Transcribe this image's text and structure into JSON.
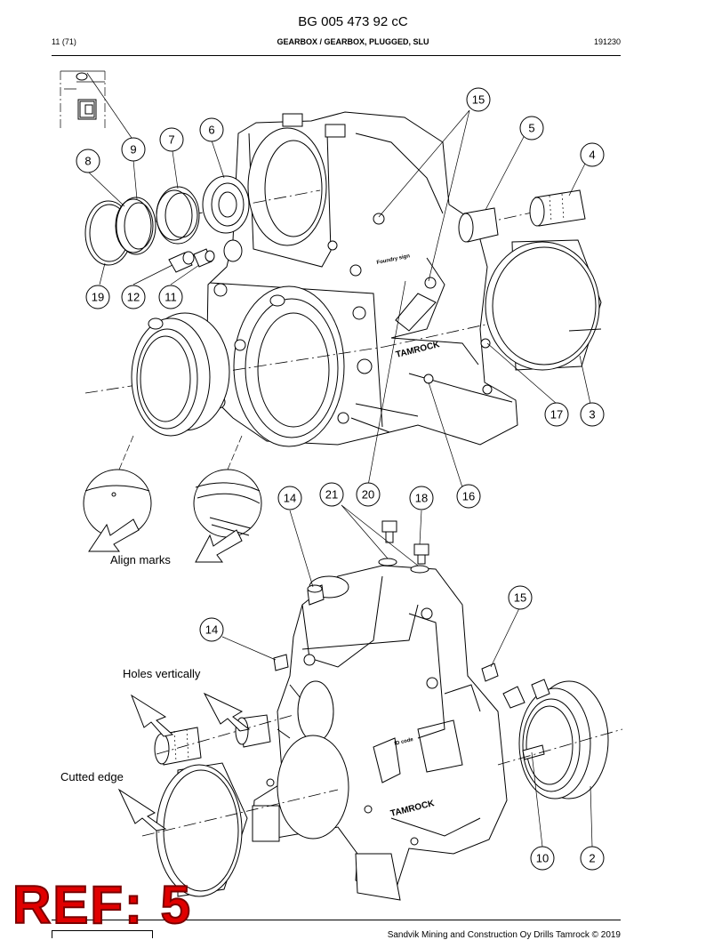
{
  "header": {
    "doc_code": "BG 005 473 92 cC",
    "page": "11 (71)",
    "title": "GEARBOX / GEARBOX, PLUGGED, SLU",
    "date": "191230"
  },
  "annotations": {
    "align_marks": "Align marks",
    "holes_vertically": "Holes vertically",
    "cutted_edge": "Cutted edge",
    "foundry_sign": "Foundry sign",
    "id_code": "ID code",
    "brand_cast": "TAMROCK"
  },
  "callouts": {
    "c15a": "15",
    "c5": "5",
    "c4": "4",
    "c6": "6",
    "c7": "7",
    "c9": "9",
    "c8": "8",
    "c19": "19",
    "c12": "12",
    "c11": "11",
    "c17": "17",
    "c3": "3",
    "c14a": "14",
    "c21": "21",
    "c20": "20",
    "c18": "18",
    "c16": "16",
    "c15b": "15",
    "c14b": "14",
    "c10": "10",
    "c2": "2"
  },
  "ref_label": "REF: 5",
  "footer": {
    "copyright": "Sandvik Mining and Construction Oy Drills Tamrock © 2019"
  }
}
